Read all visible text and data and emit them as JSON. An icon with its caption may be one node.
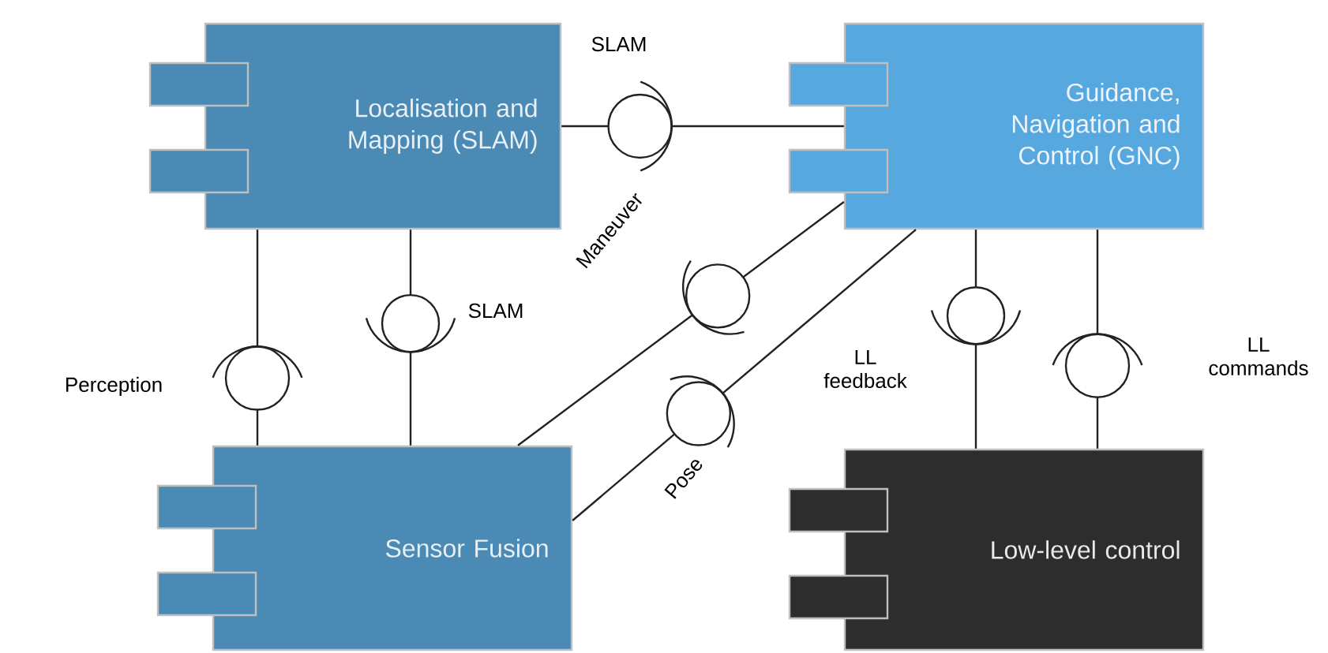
{
  "diagram": {
    "nodes": [
      {
        "text": [
          "Localisation and Mapping (SLAM)"
        ]
      },
      {
        "text": [
          "Guidance, Navigation and Control (GNC)"
        ]
      },
      {
        "text": [
          "Sensor Fusion"
        ]
      },
      {
        "text": [
          "Low-level control"
        ]
      }
    ],
    "edges": [
      {
        "from": 0,
        "to": 1,
        "arrow": "none",
        "label": "SLAM"
      },
      {
        "from": 2,
        "to": 0,
        "arrow": "none",
        "label": "Perception"
      },
      {
        "from": 0,
        "to": 2,
        "arrow": "none",
        "label": "SLAM"
      },
      {
        "from": 1,
        "to": 2,
        "arrow": "none",
        "label": "Maneuver"
      },
      {
        "from": 2,
        "to": 1,
        "arrow": "none",
        "label": "Pose"
      },
      {
        "from": 1,
        "to": 3,
        "arrow": "none",
        "label": "LL feedback"
      },
      {
        "from": 3,
        "to": 1,
        "arrow": "none",
        "label": "LL commands"
      }
    ]
  }
}
